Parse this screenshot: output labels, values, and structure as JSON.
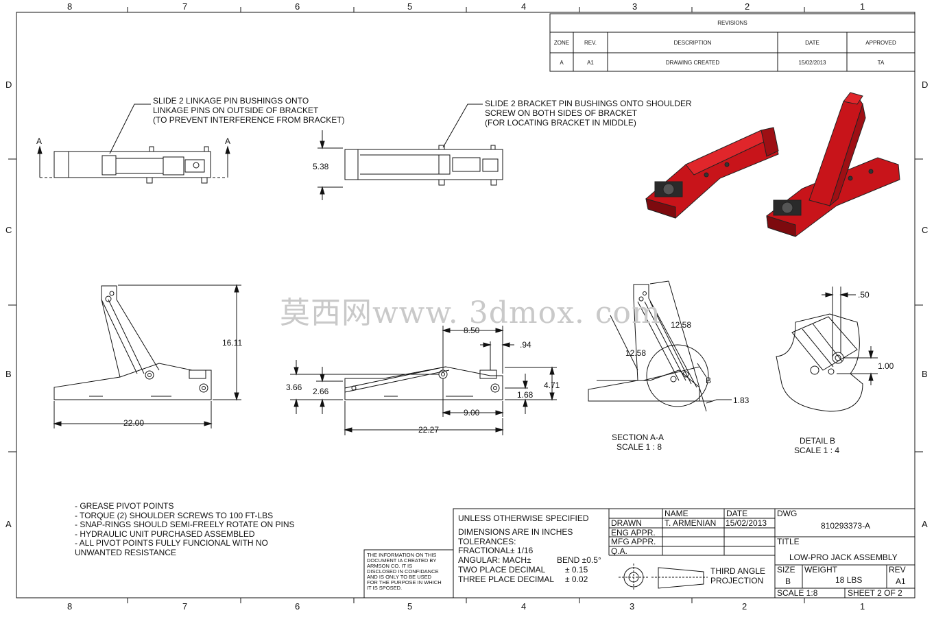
{
  "zones": {
    "top": [
      "8",
      "7",
      "6",
      "5",
      "4",
      "3",
      "2",
      "1"
    ],
    "bottom": [
      "8",
      "7",
      "6",
      "5",
      "4",
      "3",
      "2",
      "1"
    ],
    "left": [
      "D",
      "C",
      "B",
      "A"
    ],
    "right": [
      "D",
      "C",
      "B",
      "A"
    ]
  },
  "revisions": {
    "title": "REVISIONS",
    "headers": [
      "ZONE",
      "REV.",
      "DESCRIPTION",
      "DATE",
      "APPROVED"
    ],
    "row": [
      "A",
      "A1",
      "DRAWING CREATED",
      "15/02/2013",
      "TA"
    ]
  },
  "callouts": {
    "top_left": [
      "SLIDE 2 LINKAGE PIN BUSHINGS ONTO",
      "LINKAGE PINS ON OUTSIDE OF BRACKET",
      "(TO PREVENT INTERFERENCE FROM BRACKET)"
    ],
    "top_mid": [
      "SLIDE 2 BRACKET PIN BUSHINGS ONTO SHOULDER",
      "SCREW ON BOTH SIDES OF BRACKET",
      "(FOR LOCATING BRACKET IN  MIDDLE)"
    ],
    "section_marks": [
      "A",
      "A"
    ]
  },
  "dimensions": {
    "width_top": "5.38",
    "height_side": "16.11",
    "length_side": "22.00",
    "d850": "8.50",
    "d094": ".94",
    "d366": "3.66",
    "d266": "2.66",
    "d471": "4.71",
    "d168": "1.68",
    "d900": "9.00",
    "d2227": "22.27",
    "d1258a": "12.58",
    "d1258b": "12.58",
    "d183": "1.83",
    "detail_mark": "B",
    "d050": ".50",
    "d100": "1.00"
  },
  "views": {
    "section_label": "SECTION A-A",
    "section_scale": "SCALE 1 : 8",
    "detail_label": "DETAIL B",
    "detail_scale": "SCALE 1 : 4"
  },
  "notes": [
    "- GREASE PIVOT POINTS",
    "- TORQUE (2) SHOULDER SCREWS TO 100 FT-LBS",
    "- SNAP-RINGS SHOULD SEMI-FREELY ROTATE ON PINS",
    "- HYDRAULIC UNIT PURCHASED ASSEMBLED",
    "- ALL PIVOT POINTS FULLY FUNCIONAL WITH NO",
    "UNWANTED RESISTANCE"
  ],
  "confidential": [
    "THE INFORMATION ON THIS",
    "DOCUMENT IA CREATED BY",
    "ARMSON CO. IT IS",
    "DISCLOSED IN CONFIDANCE",
    "AND IS ONLY TO BE USED",
    "FOR THE PURPOSE IN WHICH",
    "IT IS SPOSED."
  ],
  "tolerances": {
    "line1": "UNLESS OTHERWISE SPECIFIED",
    "line2": "DIMENSIONS ARE IN INCHES",
    "line3": "TOLERANCES:",
    "line4": "FRACTIONAL± 1/16",
    "line5a": "ANGULAR: MACH±",
    "line5b": "BEND ±0.5°",
    "line6a": "TWO PLACE DECIMAL",
    "line6b": "± 0.15",
    "line7a": "THREE PLACE DECIMAL",
    "line7b": "± 0.02"
  },
  "approvals": {
    "name_header": "NAME",
    "date_header": "DATE",
    "drawn": "DRAWN",
    "drawn_name": "T. ARMENIAN",
    "drawn_date": "15/02/2013",
    "eng": "ENG APPR.",
    "mfg": "MFG APPR.",
    "qa": "Q.A."
  },
  "projection": [
    "THIRD ANGLE",
    "PROJECTION"
  ],
  "titleblock": {
    "dwg_label": "DWG",
    "dwg_no": "810293373-A",
    "title_label": "TITLE",
    "title": "LOW-PRO JACK ASSEMBLY",
    "size_label": "SIZE",
    "size": "B",
    "weight_label": "WEIGHT",
    "weight": "18 LBS",
    "rev_label": "REV",
    "rev": "A1",
    "scale": "SCALE 1:8",
    "sheet": "SHEET 2 OF 2"
  },
  "watermark": "莫西网www. 3dmox. com",
  "colors": {
    "line": "#111111",
    "part_red": "#c8141a",
    "part_dark": "#2a2a2a",
    "watermark": "#c9c9c9"
  }
}
